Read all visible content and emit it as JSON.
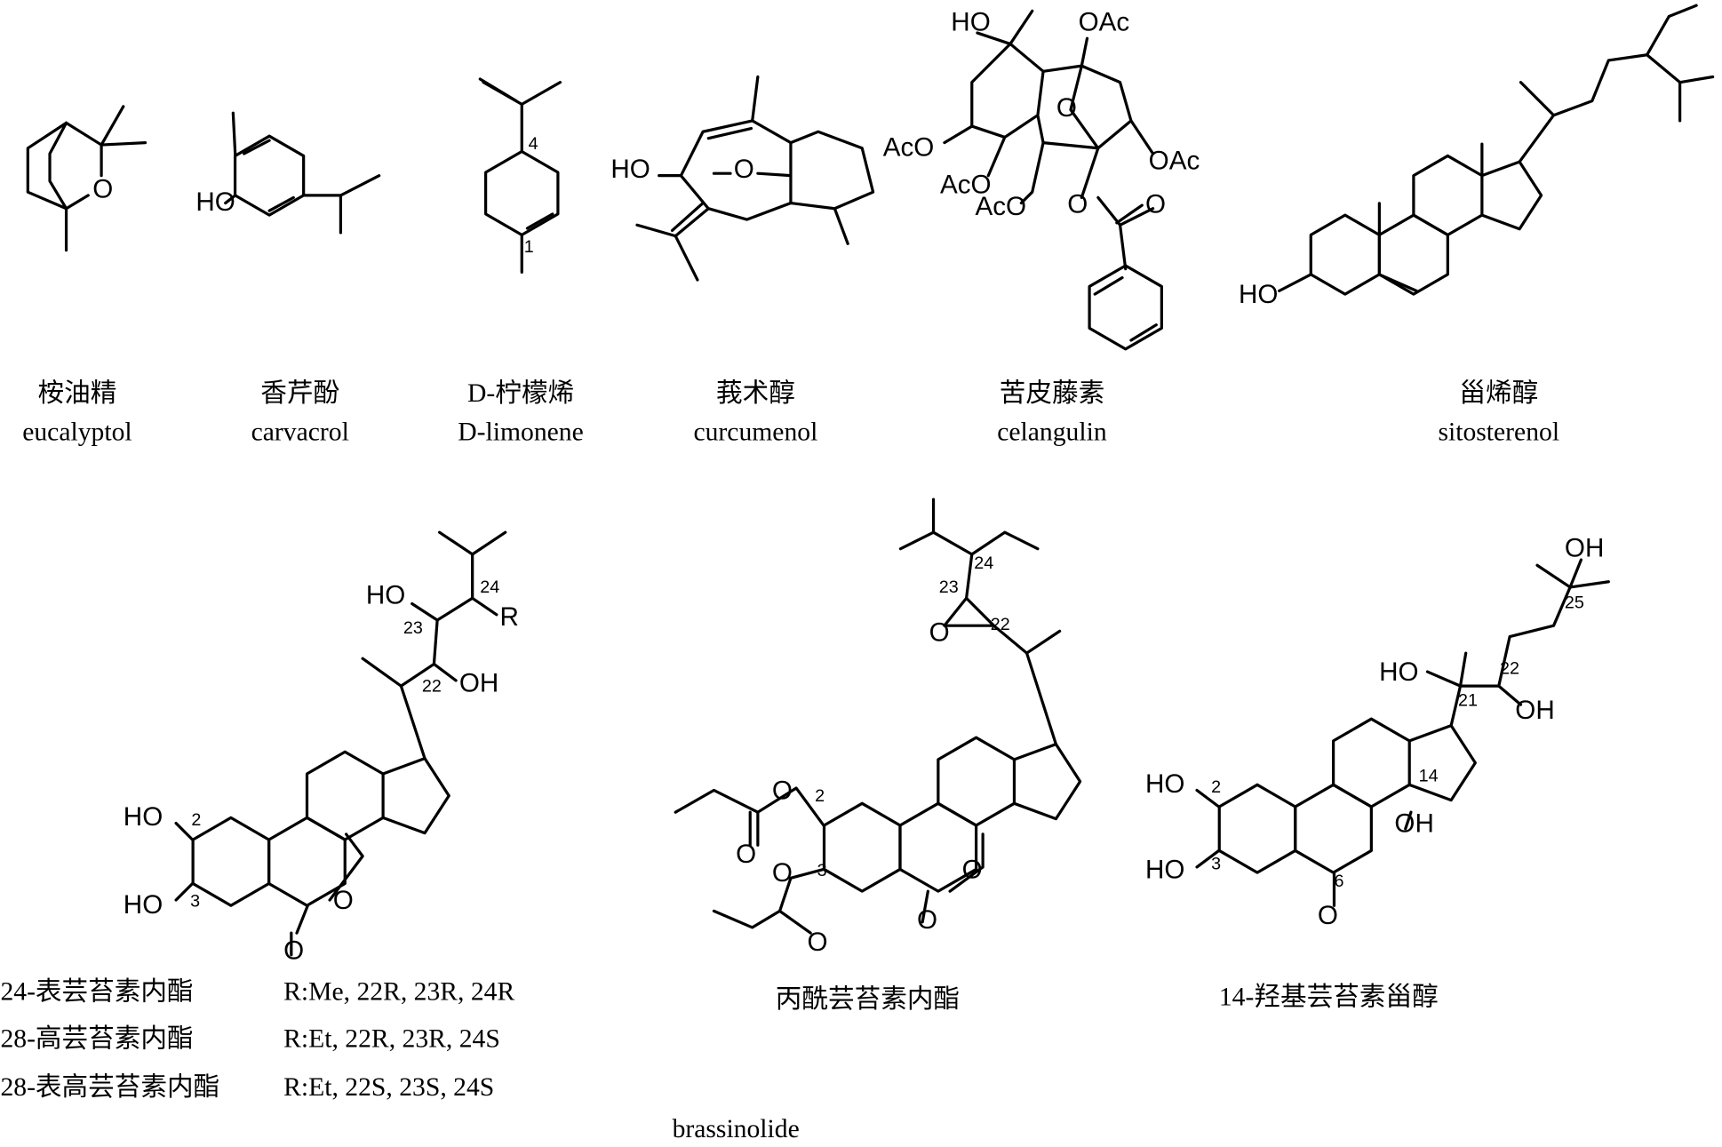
{
  "compounds_row1": [
    {
      "cn": "桉油精",
      "en": "eucalyptol"
    },
    {
      "cn": "香芹酚",
      "en": "carvacrol"
    },
    {
      "cn": "D-柠檬烯",
      "en": "D-limonene"
    },
    {
      "cn": "莪术醇",
      "en": "curcumenol"
    },
    {
      "cn": "苦皮藤素",
      "en": "celangulin"
    },
    {
      "cn": "甾烯醇",
      "en": "sitosterenol"
    }
  ],
  "brassinolide_variants": [
    {
      "cn": "24-表芸苔素内酯",
      "r": "R:Me, 22R, 23R, 24R"
    },
    {
      "cn": "28-高芸苔素内酯",
      "r": "R:Et, 22R, 23R, 24S"
    },
    {
      "cn": "28-表高芸苔素内酯",
      "r": "R:Et, 22S, 23S, 24S"
    }
  ],
  "propionyl_name": "丙酰芸苔素内酯",
  "hydroxy_name": "14-羟基芸苔素甾醇",
  "group_label": "brassinolide",
  "atoms": {
    "euc": [
      "O"
    ],
    "carv": [
      "HO"
    ],
    "limo": [
      "4",
      "1"
    ],
    "curc": [
      "HO",
      "O"
    ],
    "cela": [
      "HO",
      "OAc",
      "O",
      "AcO",
      "OAc",
      "AcO",
      "AcO",
      "O",
      "O"
    ],
    "sito": [
      "HO"
    ],
    "br1": [
      "HO",
      "23",
      "24",
      "R",
      "22",
      "OH",
      "HO",
      "2",
      "HO",
      "3",
      "O",
      "O"
    ],
    "br2": [
      "23",
      "24",
      "O",
      "22",
      "O",
      "2",
      "O",
      "O",
      "3",
      "O",
      "O",
      "O"
    ],
    "br3": [
      "OH",
      "25",
      "HO",
      "21",
      "22",
      "OH",
      "14",
      "OH",
      "HO",
      "2",
      "HO",
      "3",
      "6",
      "O"
    ]
  }
}
